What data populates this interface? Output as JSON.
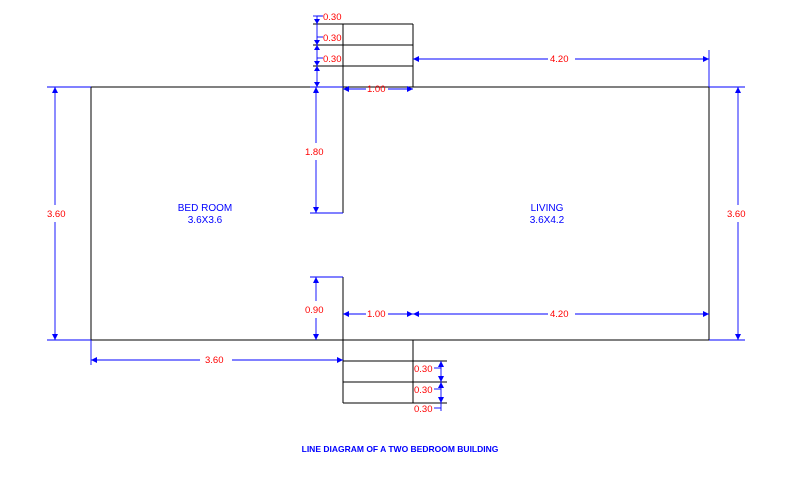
{
  "rooms": {
    "bedroom": {
      "name": "BED ROOM",
      "size": "3.6X3.6"
    },
    "living": {
      "name": "LIVING",
      "size": "3.6X4.2"
    }
  },
  "dimensions": {
    "top_step_1": "0.30",
    "top_step_2": "0.30",
    "top_step_3": "0.30",
    "top_living_width": "4.20",
    "top_door": "1.00",
    "left_height": "3.60",
    "right_height": "3.60",
    "partition_upper": "1.80",
    "partition_lower": "0.90",
    "bottom_door": "1.00",
    "bottom_living_width": "4.20",
    "bottom_bedroom_width": "3.60",
    "bottom_step_1": "0.30",
    "bottom_step_2": "0.30",
    "bottom_step_3": "0.30"
  },
  "caption": "LINE DIAGRAM OF A TWO BEDROOM BUILDING",
  "colors": {
    "walls": "#000000",
    "dimension_lines": "#0000ff",
    "dimension_text": "#ff0000",
    "labels": "#0000ff"
  }
}
